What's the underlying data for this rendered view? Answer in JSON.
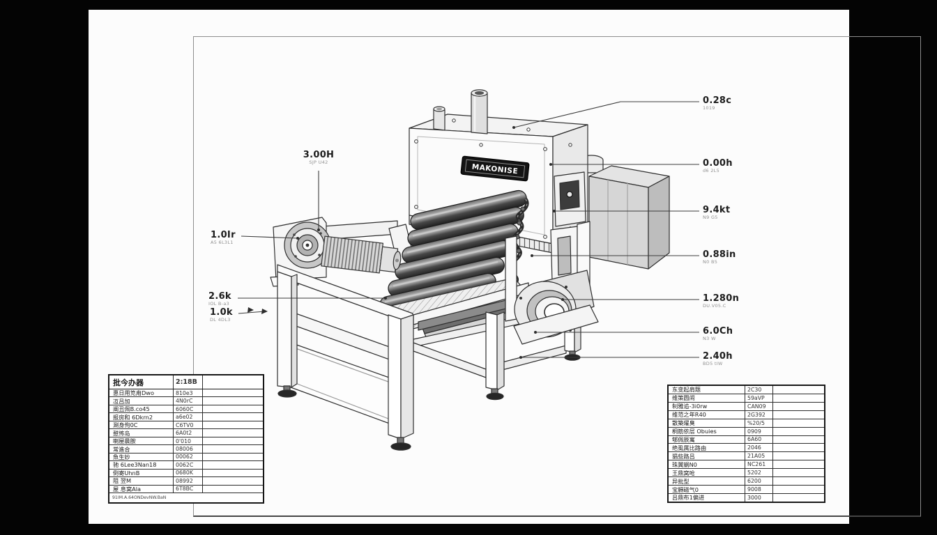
{
  "machine": {
    "nameplate": "MAKONISE"
  },
  "callouts": {
    "left": [
      {
        "label": "3.00H",
        "sub": "SJP U42"
      },
      {
        "label": "1.0Ir",
        "sub": "A5 6L3L1"
      },
      {
        "label": "2.6k",
        "sub": "IOL B-a3"
      },
      {
        "label": "1.0k",
        "sub": "DL 4DL3"
      }
    ],
    "right": [
      {
        "label": "0.28c",
        "sub": "1019"
      },
      {
        "label": "0.00h",
        "sub": "d6 2L5"
      },
      {
        "label": "9.4kt",
        "sub": "N9 G5"
      },
      {
        "label": "0.88in",
        "sub": "N0 B5"
      },
      {
        "label": "1.280n",
        "sub": "DU.V05.C"
      },
      {
        "label": "6.0Ch",
        "sub": "N3 W"
      },
      {
        "label": "2.40h",
        "sub": "BD5 tIW"
      }
    ]
  },
  "left_table": {
    "header": {
      "label": "批今办器",
      "value": "2:18B"
    },
    "rows": [
      {
        "label": "惠日用笕甪Dwo",
        "value": "810e3"
      },
      {
        "label": "冱吕加",
        "value": "4N0rC"
      },
      {
        "label": "阐丑佩B.co45",
        "value": "6060C"
      },
      {
        "label": "报房和 6Dkrn2",
        "value": "a6e02"
      },
      {
        "label": "涮身佝0C",
        "value": "C6TV0"
      },
      {
        "label": "憇怖岛",
        "value": "6A0t2"
      },
      {
        "label": "喇屋晨胺",
        "value": "0'010"
      },
      {
        "label": "常進合",
        "value": "08006"
      },
      {
        "label": "魚生妙",
        "value": "00062"
      },
      {
        "label": "驰 6Lee3Nan18",
        "value": "0062C"
      },
      {
        "label": "倒寄UhnB",
        "value": "0680K"
      },
      {
        "label": "阻 翌M",
        "value": "08992"
      },
      {
        "label": "屋 息窝Ala",
        "value": "6T8BC"
      }
    ],
    "footer": "91IM.A.64ONDevNW.BaN"
  },
  "right_table": {
    "rows": [
      {
        "label": "东变起肩题",
        "value": "2C30"
      },
      {
        "label": "维策圆闹",
        "value": "59aVP"
      },
      {
        "label": "制雅追-3i0rw",
        "value": "CAN09"
      },
      {
        "label": "维范之年R40",
        "value": "2G392"
      },
      {
        "label": "散築燿臭",
        "value": "%20/5"
      },
      {
        "label": "桐筋依层 Obuies",
        "value": "0909"
      },
      {
        "label": "郇佩辰寓",
        "value": "6A60"
      },
      {
        "label": "绝虱属比路由",
        "value": "2046"
      },
      {
        "label": "猖些路吕",
        "value": "21A05"
      },
      {
        "label": "珠翼蜗N0",
        "value": "NC261"
      },
      {
        "label": "王鼎窝呛",
        "value": "5202"
      },
      {
        "label": "异批型",
        "value": "6200"
      },
      {
        "label": "宝膈磁气0",
        "value": "9008"
      },
      {
        "label": "吕鼎布1偏进",
        "value": "3000"
      }
    ]
  }
}
